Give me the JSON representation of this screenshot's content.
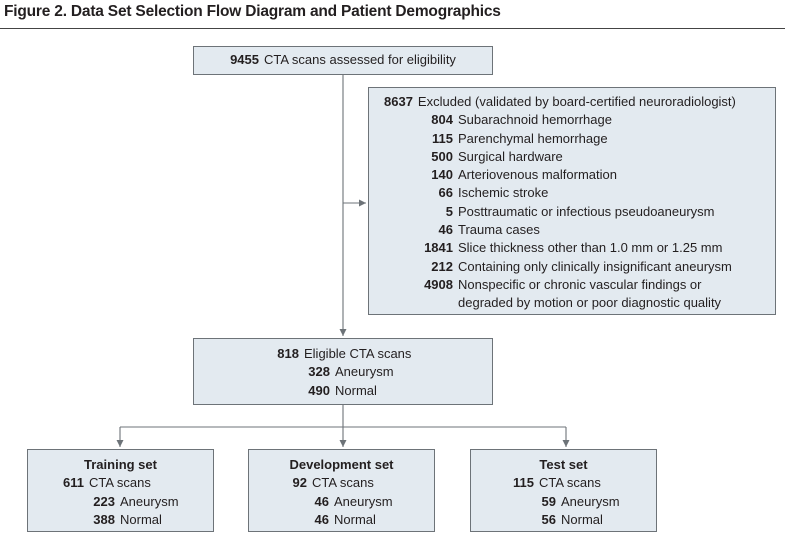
{
  "figure": {
    "title": "Figure 2. Data Set Selection Flow Diagram and Patient Demographics"
  },
  "assessed": {
    "count": "9455",
    "label": "CTA scans assessed for eligibility"
  },
  "excluded": {
    "count": "8637",
    "label": "Excluded (validated by board-certified neuroradiologist)",
    "items": [
      {
        "count": "804",
        "label": "Subarachnoid hemorrhage"
      },
      {
        "count": "115",
        "label": "Parenchymal hemorrhage"
      },
      {
        "count": "500",
        "label": "Surgical hardware"
      },
      {
        "count": "140",
        "label": "Arteriovenous malformation"
      },
      {
        "count": "66",
        "label": "Ischemic stroke"
      },
      {
        "count": "5",
        "label": "Posttraumatic or infectious pseudoaneurysm"
      },
      {
        "count": "46",
        "label": "Trauma cases"
      },
      {
        "count": "1841",
        "label": "Slice thickness other than 1.0 mm or 1.25 mm"
      },
      {
        "count": "212",
        "label": "Containing only clinically insignificant aneurysm"
      },
      {
        "count": "4908",
        "label": "Nonspecific or chronic vascular findings or",
        "label2": "degraded by motion or poor diagnostic quality"
      }
    ]
  },
  "eligible": {
    "count": "818",
    "label": "Eligible CTA scans",
    "aneurysm_count": "328",
    "aneurysm_label": "Aneurysm",
    "normal_count": "490",
    "normal_label": "Normal"
  },
  "sets": [
    {
      "title": "Training set",
      "scans": "611",
      "scans_label": "CTA scans",
      "aneurysm": "223",
      "aneurysm_label": "Aneurysm",
      "normal": "388",
      "normal_label": "Normal"
    },
    {
      "title": "Development set",
      "scans": "92",
      "scans_label": "CTA scans",
      "aneurysm": "46",
      "aneurysm_label": "Aneurysm",
      "normal": "46",
      "normal_label": "Normal"
    },
    {
      "title": "Test set",
      "scans": "115",
      "scans_label": "CTA scans",
      "aneurysm": "59",
      "aneurysm_label": "Aneurysm",
      "normal": "56",
      "normal_label": "Normal"
    }
  ]
}
